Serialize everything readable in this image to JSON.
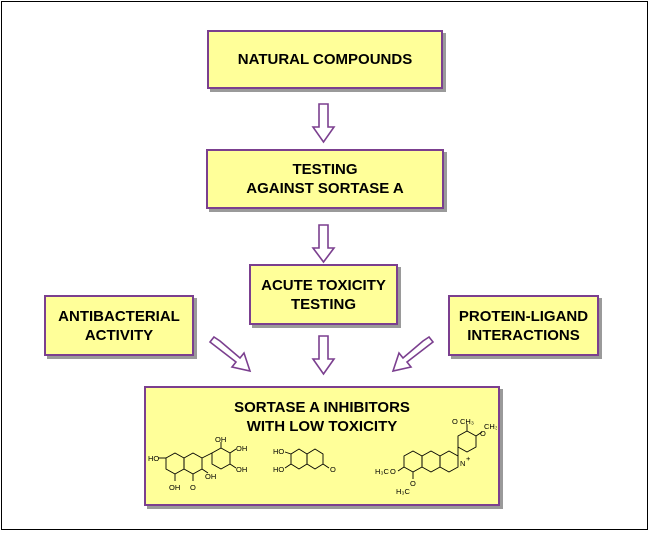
{
  "colors": {
    "box_fill": "#ffff99",
    "box_border": "#7b3f8f",
    "arrow": "#7b3f8f",
    "shadow": "#9a9a9a"
  },
  "boxes": {
    "natural_compounds": {
      "line1": "NATURAL COMPOUNDS"
    },
    "testing": {
      "line1": "TESTING",
      "line2": "AGAINST SORTASE A"
    },
    "acute_toxicity": {
      "line1": "ACUTE TOXICITY",
      "line2": "TESTING"
    },
    "antibacterial": {
      "line1": "ANTIBACTERIAL",
      "line2": "ACTIVITY"
    },
    "protein_ligand": {
      "line1": "PROTEIN-LIGAND",
      "line2": "INTERACTIONS"
    },
    "inhibitors": {
      "line1": "SORTASE A INHIBITORS",
      "line2": "WITH LOW TOXICITY"
    }
  },
  "structures": {
    "flavonol": {
      "oh": "OH",
      "ho": "HO",
      "o": "O"
    },
    "coumarin": {
      "ho": "HO",
      "o": "O"
    },
    "alkaloid": {
      "o": "O",
      "ch3": "CH₃",
      "n": "N",
      "plus": "+",
      "h3c": "H₃C"
    }
  }
}
